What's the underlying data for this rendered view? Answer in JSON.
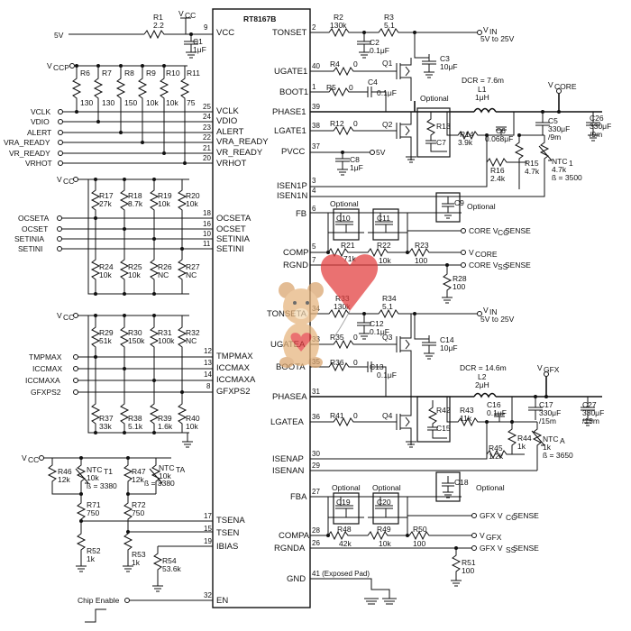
{
  "ic": {
    "name": "RT8167B",
    "left_pins": [
      {
        "name": "VCC",
        "num": "9"
      },
      {
        "name": "VCLK",
        "num": "25"
      },
      {
        "name": "VDIO",
        "num": "24"
      },
      {
        "name": "ALERT",
        "num": "23"
      },
      {
        "name": "VRA_READY",
        "num": "22"
      },
      {
        "name": "VR_READY",
        "num": "21"
      },
      {
        "name": "VRHOT",
        "num": "20"
      },
      {
        "name": "OCSETA",
        "num": "18"
      },
      {
        "name": "OCSET",
        "num": "16"
      },
      {
        "name": "SETINIA",
        "num": "10"
      },
      {
        "name": "SETINI",
        "num": "11"
      },
      {
        "name": "TMPMAX",
        "num": "12"
      },
      {
        "name": "ICCMAX",
        "num": "13"
      },
      {
        "name": "ICCMAXA",
        "num": "14"
      },
      {
        "name": "GFXPS2",
        "num": "8"
      },
      {
        "name": "TSENA",
        "num": "17"
      },
      {
        "name": "TSEN",
        "num": "15"
      },
      {
        "name": "IBIAS",
        "num": "19"
      },
      {
        "name": "EN",
        "num": "32"
      }
    ],
    "right_pins": [
      {
        "name": "TONSET",
        "num": "2"
      },
      {
        "name": "UGATE1",
        "num": "40"
      },
      {
        "name": "BOOT1",
        "num": "1"
      },
      {
        "name": "PHASE1",
        "num": "39"
      },
      {
        "name": "LGATE1",
        "num": "38"
      },
      {
        "name": "PVCC",
        "num": "37"
      },
      {
        "name": "ISEN1P",
        "num": "3"
      },
      {
        "name": "ISEN1N",
        "num": "4"
      },
      {
        "name": "FB",
        "num": "6"
      },
      {
        "name": "COMP",
        "num": "5"
      },
      {
        "name": "RGND",
        "num": "7"
      },
      {
        "name": "TONSETA",
        "num": "34"
      },
      {
        "name": "UGATEA",
        "num": "33"
      },
      {
        "name": "BOOTA",
        "num": "35"
      },
      {
        "name": "PHASEA",
        "num": "31"
      },
      {
        "name": "LGATEA",
        "num": "36"
      },
      {
        "name": "ISENAP",
        "num": "30"
      },
      {
        "name": "ISENAN",
        "num": "29"
      },
      {
        "name": "FBA",
        "num": "27"
      },
      {
        "name": "COMPA",
        "num": "28"
      },
      {
        "name": "RGNDA",
        "num": "26"
      },
      {
        "name": "GND",
        "num": "41 (Exposed Pad)"
      }
    ]
  },
  "nets": {
    "v5": "5V",
    "vccp": "V",
    "vccp_sub": "CCP",
    "vcc": "V",
    "vcc_sub": "CC",
    "vin": "V",
    "vin_sub": "IN",
    "vin_range": "5V to 25V",
    "vcore": "V",
    "vcore_sub": "CORE",
    "vgfx": "V",
    "vgfx_sub": "GFX",
    "pvcc_5v": "5V",
    "core_vcc_sense": "CORE V",
    "core_vcc_sense_sub": "CC",
    "core_vcc_sense_end": " SENSE",
    "core_vss_sense": "CORE V",
    "core_vss_sense_sub": "SS",
    "core_vss_sense_end": " SENSE",
    "gfx_vcc_sense": "GFX V",
    "gfx_vcc_sense_sub": "CC",
    "gfx_vcc_sense_end": " SENSE",
    "gfx_vss_sense": "GFX V",
    "gfx_vss_sense_sub": "SS",
    "gfx_vss_sense_end": " SENSE",
    "chip_enable": "Chip Enable",
    "optional": "Optional",
    "dcr1": "DCR = 7.6m",
    "dcr2": "DCR = 14.6m"
  },
  "signals": [
    "VCLK",
    "VDIO",
    "ALERT",
    "VRA_READY",
    "VR_READY",
    "VRHOT",
    "OCSETA",
    "OCSET",
    "SETINIA",
    "SETINI",
    "TMPMAX",
    "ICCMAX",
    "ICCMAXA",
    "GFXPS2"
  ],
  "components": {
    "R1": {
      "ref": "R1",
      "val": "2.2"
    },
    "C1": {
      "ref": "C1",
      "val": "1μF"
    },
    "R6": {
      "ref": "R6",
      "val": "130"
    },
    "R7": {
      "ref": "R7",
      "val": "130"
    },
    "R8": {
      "ref": "R8",
      "val": "150"
    },
    "R9": {
      "ref": "R9",
      "val": "10k"
    },
    "R10": {
      "ref": "R10",
      "val": "10k"
    },
    "R11": {
      "ref": "R11",
      "val": "75"
    },
    "R17": {
      "ref": "R17",
      "val": "27k"
    },
    "R18": {
      "ref": "R18",
      "val": "8.7k"
    },
    "R19": {
      "ref": "R19",
      "val": "10k"
    },
    "R20": {
      "ref": "R20",
      "val": "10k"
    },
    "R24": {
      "ref": "R24",
      "val": "10k"
    },
    "R25": {
      "ref": "R25",
      "val": "10k"
    },
    "R26": {
      "ref": "R26",
      "val": "NC"
    },
    "R27": {
      "ref": "R27",
      "val": "NC"
    },
    "R29": {
      "ref": "R29",
      "val": "51k"
    },
    "R30": {
      "ref": "R30",
      "val": "150k"
    },
    "R31": {
      "ref": "R31",
      "val": "100k"
    },
    "R32": {
      "ref": "R32",
      "val": "NC"
    },
    "R37": {
      "ref": "R37",
      "val": "33k"
    },
    "R38": {
      "ref": "R38",
      "val": "5.1k"
    },
    "R39": {
      "ref": "R39",
      "val": "1.6k"
    },
    "R40": {
      "ref": "R40",
      "val": "10k"
    },
    "R46": {
      "ref": "R46",
      "val": "12k"
    },
    "NTCT1": {
      "ref": "NTC",
      "sub": "T1",
      "val": "10k",
      "beta": "ß = 3380"
    },
    "R47": {
      "ref": "R47",
      "val": "12k"
    },
    "NTCTA": {
      "ref": "NTC",
      "sub": "TA",
      "val": "10k",
      "beta": "ß = 3380"
    },
    "R71": {
      "ref": "R71",
      "val": "750"
    },
    "R72": {
      "ref": "R72",
      "val": "750"
    },
    "R52": {
      "ref": "R52",
      "val": "1k"
    },
    "R53": {
      "ref": "R53",
      "val": "1k"
    },
    "R54": {
      "ref": "R54",
      "val": "53.6k"
    },
    "R2": {
      "ref": "R2",
      "val": "130k"
    },
    "R3": {
      "ref": "R3",
      "val": "5.1"
    },
    "C2": {
      "ref": "C2",
      "val": "0.1μF"
    },
    "C3": {
      "ref": "C3",
      "val": "10μF"
    },
    "R4": {
      "ref": "R4",
      "val": "0"
    },
    "R5": {
      "ref": "R5",
      "val": "0"
    },
    "C4": {
      "ref": "C4",
      "val": "0.1μF"
    },
    "Q1": {
      "ref": "Q1"
    },
    "Q2": {
      "ref": "Q2"
    },
    "R12": {
      "ref": "R12",
      "val": "0"
    },
    "R13": {
      "ref": "R13"
    },
    "C7": {
      "ref": "C7"
    },
    "L1": {
      "ref": "L1",
      "val": "1μH"
    },
    "R14": {
      "ref": "R14",
      "val": "3.9k"
    },
    "C6": {
      "ref": "C6",
      "val": "0.068μF"
    },
    "C5": {
      "ref": "C5",
      "val": "330μF",
      "esr": "/9m"
    },
    "C26": {
      "ref": "C26",
      "val": "330μF",
      "esr": "/9m"
    },
    "C8": {
      "ref": "C8",
      "val": "1μF"
    },
    "R15": {
      "ref": "R15",
      "val": "4.7k"
    },
    "R16": {
      "ref": "R16",
      "val": "2.4k"
    },
    "NTC1": {
      "ref": "NTC",
      "sub": "1",
      "val": "4.7k",
      "beta": "ß = 3500"
    },
    "C9": {
      "ref": "C9"
    },
    "C10": {
      "ref": "C10"
    },
    "C11": {
      "ref": "C11"
    },
    "R21": {
      "ref": "R21",
      "val": "71k"
    },
    "R22": {
      "ref": "R22",
      "val": "10k"
    },
    "R23": {
      "ref": "R23",
      "val": "100"
    },
    "R28": {
      "ref": "R28",
      "val": "100"
    },
    "R33": {
      "ref": "R33",
      "val": "130k"
    },
    "R34": {
      "ref": "R34",
      "val": "5.1"
    },
    "C12": {
      "ref": "C12",
      "val": "0.1μF"
    },
    "C14": {
      "ref": "C14",
      "val": "10μF"
    },
    "R35": {
      "ref": "R35",
      "val": "0"
    },
    "R36": {
      "ref": "R36",
      "val": "0"
    },
    "C13": {
      "ref": "C13",
      "val": "0.1μF"
    },
    "Q3": {
      "ref": "Q3"
    },
    "Q4": {
      "ref": "Q4"
    },
    "R41": {
      "ref": "R41",
      "val": "0"
    },
    "R42": {
      "ref": "R42"
    },
    "C15": {
      "ref": "C15"
    },
    "L2": {
      "ref": "L2",
      "val": "2μH"
    },
    "R43": {
      "ref": "R43",
      "val": "11k"
    },
    "C16": {
      "ref": "C16",
      "val": "0.1μF"
    },
    "C17": {
      "ref": "C17",
      "val": "330μF",
      "esr": "/15m"
    },
    "C27": {
      "ref": "C27",
      "val": "330μF",
      "esr": "/15m"
    },
    "R44": {
      "ref": "R44",
      "val": "1k"
    },
    "R45": {
      "ref": "R45",
      "val": "1.2k"
    },
    "NTCA": {
      "ref": "NTC",
      "sub": "A",
      "val": "1k",
      "beta": "ß = 3650"
    },
    "C18": {
      "ref": "C18"
    },
    "C19": {
      "ref": "C19"
    },
    "C20": {
      "ref": "C20"
    },
    "R48": {
      "ref": "R48",
      "val": "42k"
    },
    "R49": {
      "ref": "R49",
      "val": "10k"
    },
    "R50": {
      "ref": "R50",
      "val": "100"
    },
    "R51": {
      "ref": "R51",
      "val": "100"
    }
  }
}
